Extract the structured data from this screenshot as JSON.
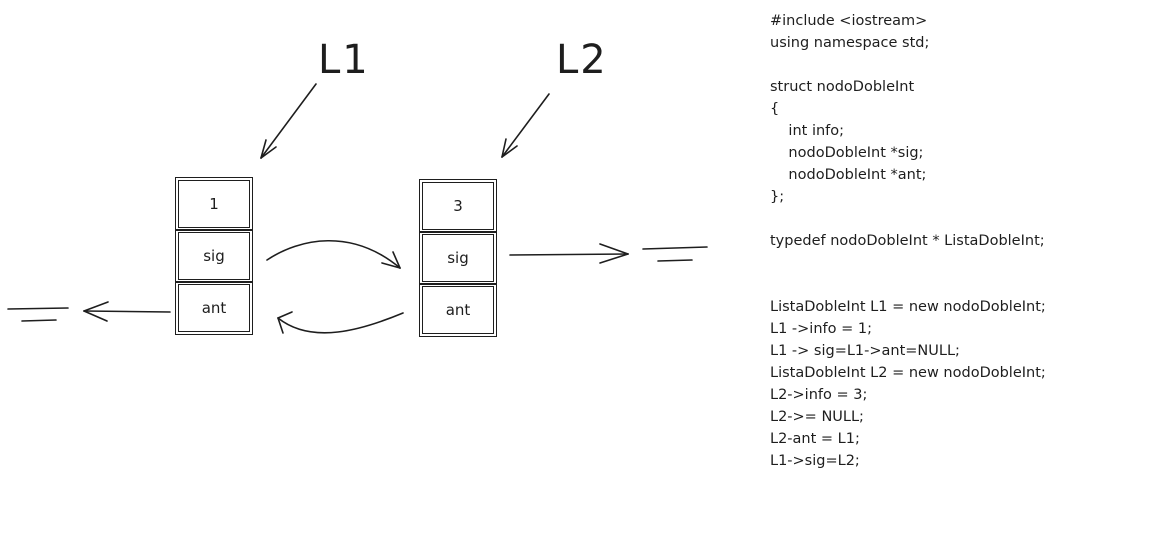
{
  "labels": {
    "pointer1": "L1",
    "pointer2": "L2"
  },
  "node1": {
    "info": "1",
    "sig": "sig",
    "ant": "ant"
  },
  "node2": {
    "info": "3",
    "sig": "sig",
    "ant": "ant"
  },
  "code_lines": [
    "#include <iostream>",
    "using namespace std;",
    "",
    "struct nodoDobleInt",
    "{",
    "    int info;",
    "    nodoDobleInt *sig;",
    "    nodoDobleInt *ant;",
    "};",
    "",
    "typedef nodoDobleInt * ListaDobleInt;",
    "",
    "",
    "ListaDobleInt L1 = new nodoDobleInt;",
    "L1 ->info = 1;",
    "L1 -> sig=L1->ant=NULL;",
    "ListaDobleInt L2 = new nodoDobleInt;",
    "L2->info = 3;",
    "L2->= NULL;",
    "L2-ant = L1;",
    "L1->sig=L2;"
  ]
}
